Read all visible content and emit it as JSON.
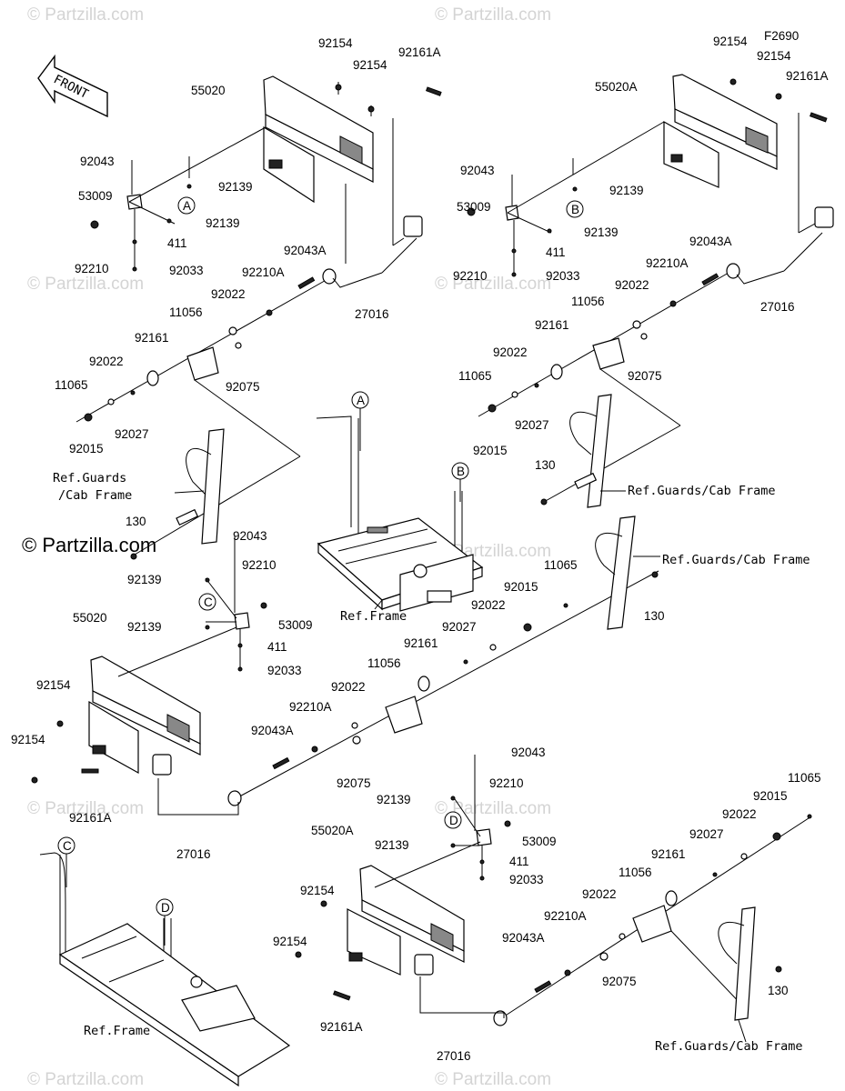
{
  "figure_code": "F2690",
  "front_label": "FRONT",
  "watermark": "© Partzilla.com",
  "watermark_main": "© Partzilla.com",
  "refs": {
    "guards": "Ref.Guards /Cab Frame",
    "guards_1": "Ref.Guards",
    "guards_2": "/Cab Frame",
    "guards_long": "Ref.Guards/Cab Frame",
    "frame": "Ref.Frame"
  },
  "callouts": [
    "A",
    "B",
    "C",
    "D"
  ],
  "labels": [
    {
      "id": "l1",
      "text": "92154"
    },
    {
      "id": "l2",
      "text": "92154"
    },
    {
      "id": "l3",
      "text": "92161A"
    },
    {
      "id": "l4",
      "text": "55020"
    },
    {
      "id": "l5",
      "text": "92043"
    },
    {
      "id": "l6",
      "text": "92139"
    },
    {
      "id": "l7",
      "text": "53009"
    },
    {
      "id": "l8",
      "text": "92139"
    },
    {
      "id": "l9",
      "text": "411"
    },
    {
      "id": "l10",
      "text": "92210"
    },
    {
      "id": "l11",
      "text": "92033"
    },
    {
      "id": "l12",
      "text": "92043A"
    },
    {
      "id": "l13",
      "text": "92210A"
    },
    {
      "id": "l14",
      "text": "92022"
    },
    {
      "id": "l15",
      "text": "27016"
    },
    {
      "id": "l16",
      "text": "11056"
    },
    {
      "id": "l17",
      "text": "92161"
    },
    {
      "id": "l18",
      "text": "92022"
    },
    {
      "id": "l19",
      "text": "11065"
    },
    {
      "id": "l20",
      "text": "92075"
    },
    {
      "id": "l21",
      "text": "92027"
    },
    {
      "id": "l22",
      "text": "92015"
    },
    {
      "id": "l23",
      "text": "130"
    },
    {
      "id": "r1",
      "text": "92154"
    },
    {
      "id": "r2",
      "text": "92154"
    },
    {
      "id": "r3",
      "text": "92161A"
    },
    {
      "id": "r4",
      "text": "55020A"
    },
    {
      "id": "r5",
      "text": "92043"
    },
    {
      "id": "r6",
      "text": "53009"
    },
    {
      "id": "r7",
      "text": "92139"
    },
    {
      "id": "r8",
      "text": "92139"
    },
    {
      "id": "r9",
      "text": "411"
    },
    {
      "id": "r10",
      "text": "92210"
    },
    {
      "id": "r11",
      "text": "92033"
    },
    {
      "id": "r12",
      "text": "92043A"
    },
    {
      "id": "r13",
      "text": "92210A"
    },
    {
      "id": "r14",
      "text": "27016"
    },
    {
      "id": "r15",
      "text": "92022"
    },
    {
      "id": "r16",
      "text": "11056"
    },
    {
      "id": "r17",
      "text": "92161"
    },
    {
      "id": "r18",
      "text": "92022"
    },
    {
      "id": "r19",
      "text": "11065"
    },
    {
      "id": "r20",
      "text": "92075"
    },
    {
      "id": "r21",
      "text": "92027"
    },
    {
      "id": "r22",
      "text": "92015"
    },
    {
      "id": "r23",
      "text": "130"
    },
    {
      "id": "c1",
      "text": "92043"
    },
    {
      "id": "c2",
      "text": "92139"
    },
    {
      "id": "c3",
      "text": "92210"
    },
    {
      "id": "c4",
      "text": "92139"
    },
    {
      "id": "c5",
      "text": "53009"
    },
    {
      "id": "c6",
      "text": "411"
    },
    {
      "id": "c7",
      "text": "92033"
    },
    {
      "id": "c8",
      "text": "55020"
    },
    {
      "id": "c9",
      "text": "11065"
    },
    {
      "id": "c10",
      "text": "92015"
    },
    {
      "id": "c11",
      "text": "92022"
    },
    {
      "id": "c12",
      "text": "92027"
    },
    {
      "id": "c13",
      "text": "92161"
    },
    {
      "id": "c14",
      "text": "11056"
    },
    {
      "id": "c15",
      "text": "92022"
    },
    {
      "id": "c16",
      "text": "92154"
    },
    {
      "id": "c17",
      "text": "92210A"
    },
    {
      "id": "c18",
      "text": "92043A"
    },
    {
      "id": "c19",
      "text": "92154"
    },
    {
      "id": "c20",
      "text": "92075"
    },
    {
      "id": "c21",
      "text": "92161A"
    },
    {
      "id": "c22",
      "text": "27016"
    },
    {
      "id": "c23",
      "text": "130"
    },
    {
      "id": "d1",
      "text": "92043"
    },
    {
      "id": "d2",
      "text": "92210"
    },
    {
      "id": "d3",
      "text": "92139"
    },
    {
      "id": "d4",
      "text": "55020A"
    },
    {
      "id": "d5",
      "text": "92139"
    },
    {
      "id": "d6",
      "text": "53009"
    },
    {
      "id": "d7",
      "text": "411"
    },
    {
      "id": "d8",
      "text": "92033"
    },
    {
      "id": "d9",
      "text": "11065"
    },
    {
      "id": "d10",
      "text": "92015"
    },
    {
      "id": "d11",
      "text": "92022"
    },
    {
      "id": "d12",
      "text": "92027"
    },
    {
      "id": "d13",
      "text": "92161"
    },
    {
      "id": "d14",
      "text": "11056"
    },
    {
      "id": "d15",
      "text": "92154"
    },
    {
      "id": "d16",
      "text": "92022"
    },
    {
      "id": "d17",
      "text": "92210A"
    },
    {
      "id": "d18",
      "text": "92043A"
    },
    {
      "id": "d19",
      "text": "92154"
    },
    {
      "id": "d20",
      "text": "92075"
    },
    {
      "id": "d21",
      "text": "92161A"
    },
    {
      "id": "d22",
      "text": "27016"
    },
    {
      "id": "d23",
      "text": "130"
    }
  ]
}
